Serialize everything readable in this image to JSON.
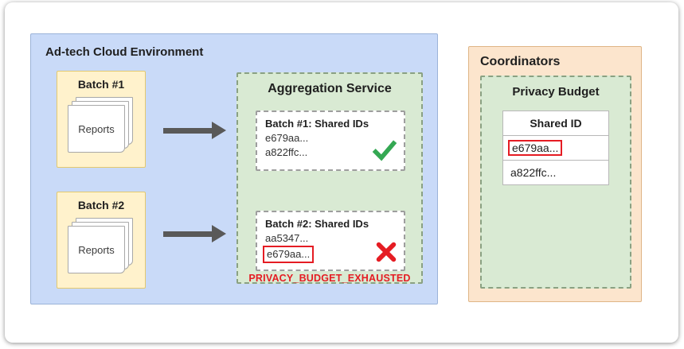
{
  "adtech": {
    "title": "Ad-tech Cloud Environment",
    "batches": [
      {
        "label": "Batch #1",
        "reports_label": "Reports"
      },
      {
        "label": "Batch #2",
        "reports_label": "Reports"
      }
    ],
    "aggregation_service": {
      "title": "Aggregation Service",
      "results": [
        {
          "title": "Batch #1: Shared IDs",
          "ids": [
            "e679aa...",
            "a822ffc..."
          ],
          "status": "approved"
        },
        {
          "title": "Batch #2: Shared IDs",
          "ids": [
            "aa5347...",
            "e679aa..."
          ],
          "status": "rejected"
        }
      ],
      "error_label": "PRIVACY_BUDGET_EXHAUSTED"
    }
  },
  "coordinators": {
    "title": "Coordinators",
    "privacy_budget": {
      "title": "Privacy Budget",
      "table": {
        "header": "Shared ID",
        "rows": [
          {
            "id": "e679aa...",
            "flagged": true
          },
          {
            "id": "a822ffc...",
            "flagged": false
          }
        ]
      }
    }
  },
  "colors": {
    "adtech_bg": "#c9daf8",
    "batch_bg": "#fff2cc",
    "service_bg": "#d9ead3",
    "coordinators_bg": "#fce5cd",
    "success_green": "#34a853",
    "error_red": "#e51c23",
    "arrow_gray": "#595959"
  }
}
